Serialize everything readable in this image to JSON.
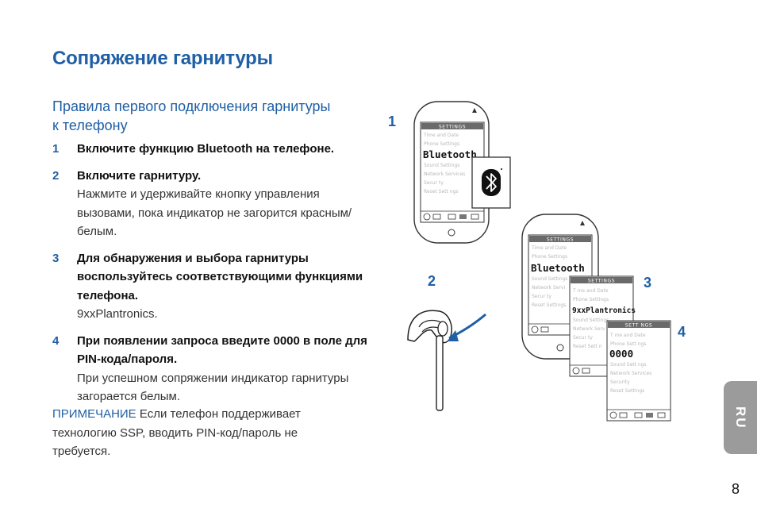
{
  "title": "Сопряжение гарнитуры",
  "subtitle": "Правила первого подключения гарнитуры к телефону",
  "steps": [
    {
      "num": "1",
      "bold": "Включите функцию Bluetooth на телефоне.",
      "text": ""
    },
    {
      "num": "2",
      "bold": "Включите гарнитуру.",
      "text": "Нажмите и удерживайте кнопку управления вызовами, пока индикатор не загорится красным/белым."
    },
    {
      "num": "3",
      "bold": "Для обнаружения и выбора гарнитуры воспользуйтесь соответствующими функциями телефона.",
      "text": "9xxPlantronics."
    },
    {
      "num": "4",
      "bold": "При появлении запроса введите 0000 в поле для PIN-кода/пароля.",
      "text": "При успешном сопряжении индикатор гарнитуры загорается белым."
    }
  ],
  "note": {
    "label": "ПРИМЕЧАНИЕ",
    "text": " Если телефон поддерживает технологию SSP, вводить PIN-код/пароль не требуется."
  },
  "figure": {
    "labels": [
      "1",
      "2",
      "3",
      "4"
    ],
    "screen1": {
      "header": "SETTINGS",
      "items": [
        "Time and Date",
        "Phone Settings",
        "Sound Settings",
        "Network Services",
        "Secur ty",
        "Reset Sett ngs"
      ],
      "highlight": "Bluetooth"
    },
    "screen2": {
      "header": "SETTINGS",
      "items": [
        "Time and Date",
        "Phone Settings",
        "Sound Settings",
        "Network Servi",
        "Secur ty",
        "Reset Settings"
      ],
      "highlight": "Bluetooth"
    },
    "screen3": {
      "header": "SETTINGS",
      "items": [
        "T me and Date",
        "Phone Settings",
        "Sound Settings",
        "Network Serv",
        "Secur ty",
        "Reset Sett n"
      ],
      "highlight": "9xxPlantronics"
    },
    "screen4": {
      "header": "SETT NGS",
      "items": [
        "T me and Date",
        "Phone Sett ngs",
        "Sound Sett ngs",
        "Network Services",
        "Security",
        "Reset Settings"
      ],
      "highlight": "0000"
    }
  },
  "lang_tab": "RU",
  "page_number": "8"
}
